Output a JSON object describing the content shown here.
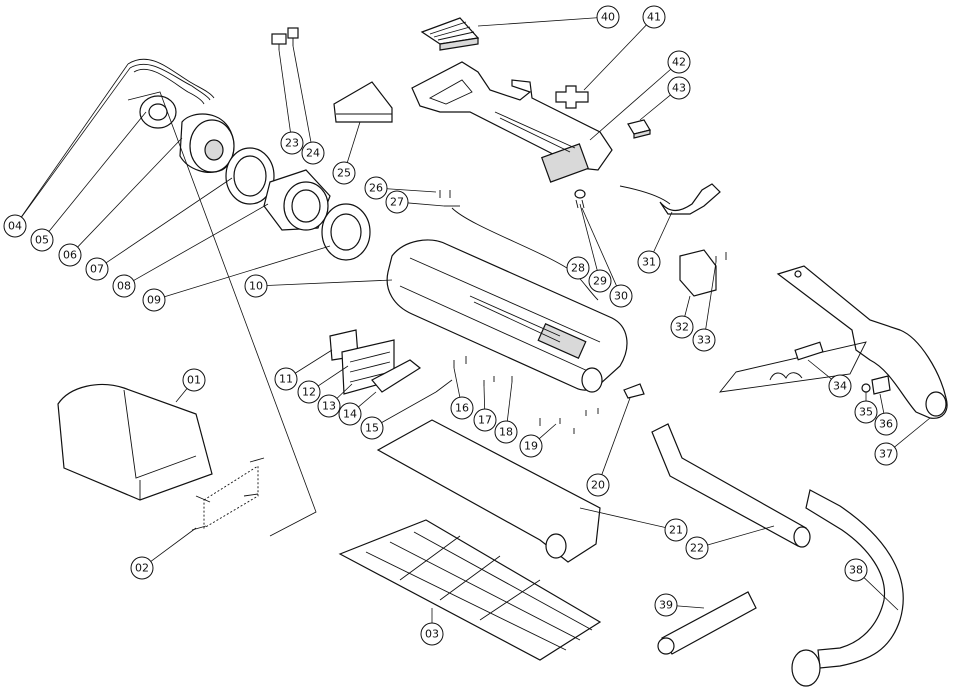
{
  "callouts": [
    {
      "id": "01",
      "label": "01"
    },
    {
      "id": "02",
      "label": "02"
    },
    {
      "id": "03",
      "label": "03"
    },
    {
      "id": "04",
      "label": "04"
    },
    {
      "id": "05",
      "label": "05"
    },
    {
      "id": "06",
      "label": "06"
    },
    {
      "id": "07",
      "label": "07"
    },
    {
      "id": "08",
      "label": "08"
    },
    {
      "id": "09",
      "label": "09"
    },
    {
      "id": "10",
      "label": "10"
    },
    {
      "id": "11",
      "label": "11"
    },
    {
      "id": "12",
      "label": "12"
    },
    {
      "id": "13",
      "label": "13"
    },
    {
      "id": "14",
      "label": "14"
    },
    {
      "id": "15",
      "label": "15"
    },
    {
      "id": "16",
      "label": "16"
    },
    {
      "id": "17",
      "label": "17"
    },
    {
      "id": "18",
      "label": "18"
    },
    {
      "id": "19",
      "label": "19"
    },
    {
      "id": "20",
      "label": "20"
    },
    {
      "id": "21",
      "label": "21"
    },
    {
      "id": "22",
      "label": "22"
    },
    {
      "id": "23",
      "label": "23"
    },
    {
      "id": "24",
      "label": "24"
    },
    {
      "id": "25",
      "label": "25"
    },
    {
      "id": "26",
      "label": "26"
    },
    {
      "id": "27",
      "label": "27"
    },
    {
      "id": "28",
      "label": "28"
    },
    {
      "id": "29",
      "label": "29"
    },
    {
      "id": "30",
      "label": "30"
    },
    {
      "id": "31",
      "label": "31"
    },
    {
      "id": "32",
      "label": "32"
    },
    {
      "id": "33",
      "label": "33"
    },
    {
      "id": "34",
      "label": "34"
    },
    {
      "id": "35",
      "label": "35"
    },
    {
      "id": "36",
      "label": "36"
    },
    {
      "id": "37",
      "label": "37"
    },
    {
      "id": "38",
      "label": "38"
    },
    {
      "id": "39",
      "label": "39"
    },
    {
      "id": "40",
      "label": "40"
    },
    {
      "id": "41",
      "label": "41"
    },
    {
      "id": "42",
      "label": "42"
    },
    {
      "id": "43",
      "label": "43"
    }
  ]
}
